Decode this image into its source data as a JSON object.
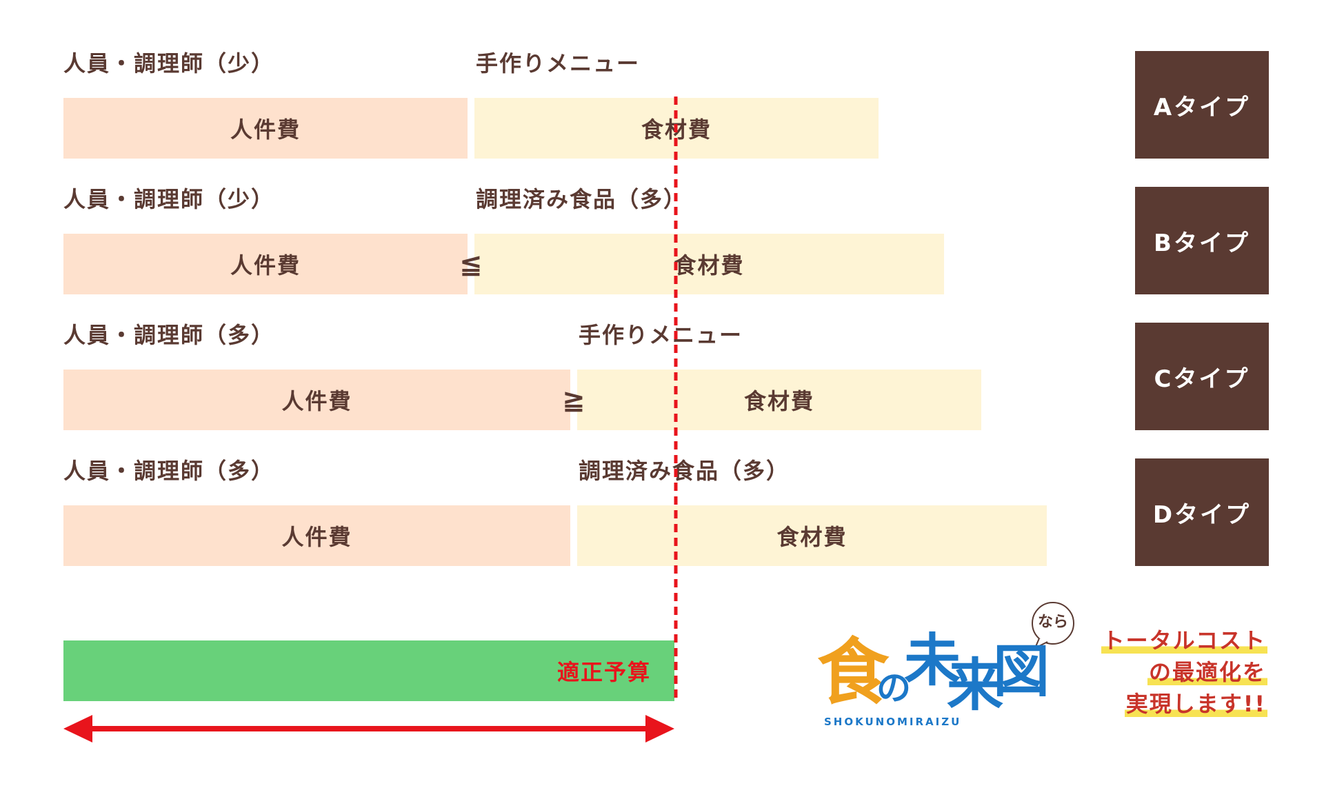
{
  "rows": [
    {
      "staff_label": "人員・調理師（少）",
      "menu_label": "手作りメニュー",
      "labor_label": "人件費",
      "food_label": "食材費",
      "operator": "",
      "type_label": "Aタイプ"
    },
    {
      "staff_label": "人員・調理師（少）",
      "menu_label": "調理済み食品（多）",
      "labor_label": "人件費",
      "food_label": "食材費",
      "operator": "≦",
      "type_label": "Bタイプ"
    },
    {
      "staff_label": "人員・調理師（多）",
      "menu_label": "手作りメニュー",
      "labor_label": "人件費",
      "food_label": "食材費",
      "operator": "≧",
      "type_label": "Cタイプ"
    },
    {
      "staff_label": "人員・調理師（多）",
      "menu_label": "調理済み食品（多）",
      "labor_label": "人件費",
      "food_label": "食材費",
      "operator": "",
      "type_label": "Dタイプ"
    }
  ],
  "budget": {
    "label": "適正予算"
  },
  "logo": {
    "bubble_text": "なら",
    "main_char_1": "食",
    "main_char_2": "の",
    "main_char_3": "未",
    "main_char_4": "来",
    "main_char_5": "図",
    "romaji": "SHOKUNOMIRAIZU"
  },
  "tagline": {
    "line1": "トータルコスト",
    "line2": "の最適化を",
    "line3": "実現します!!"
  },
  "colors": {
    "brown": "#5a3a32",
    "labor_bar": "#fee1cd",
    "food_bar": "#fef4d5",
    "budget_bar": "#68d17a",
    "red": "#e8141c",
    "logo_orange": "#f0a01e",
    "logo_blue": "#1c78c8",
    "highlight_yellow": "#f7e253"
  }
}
